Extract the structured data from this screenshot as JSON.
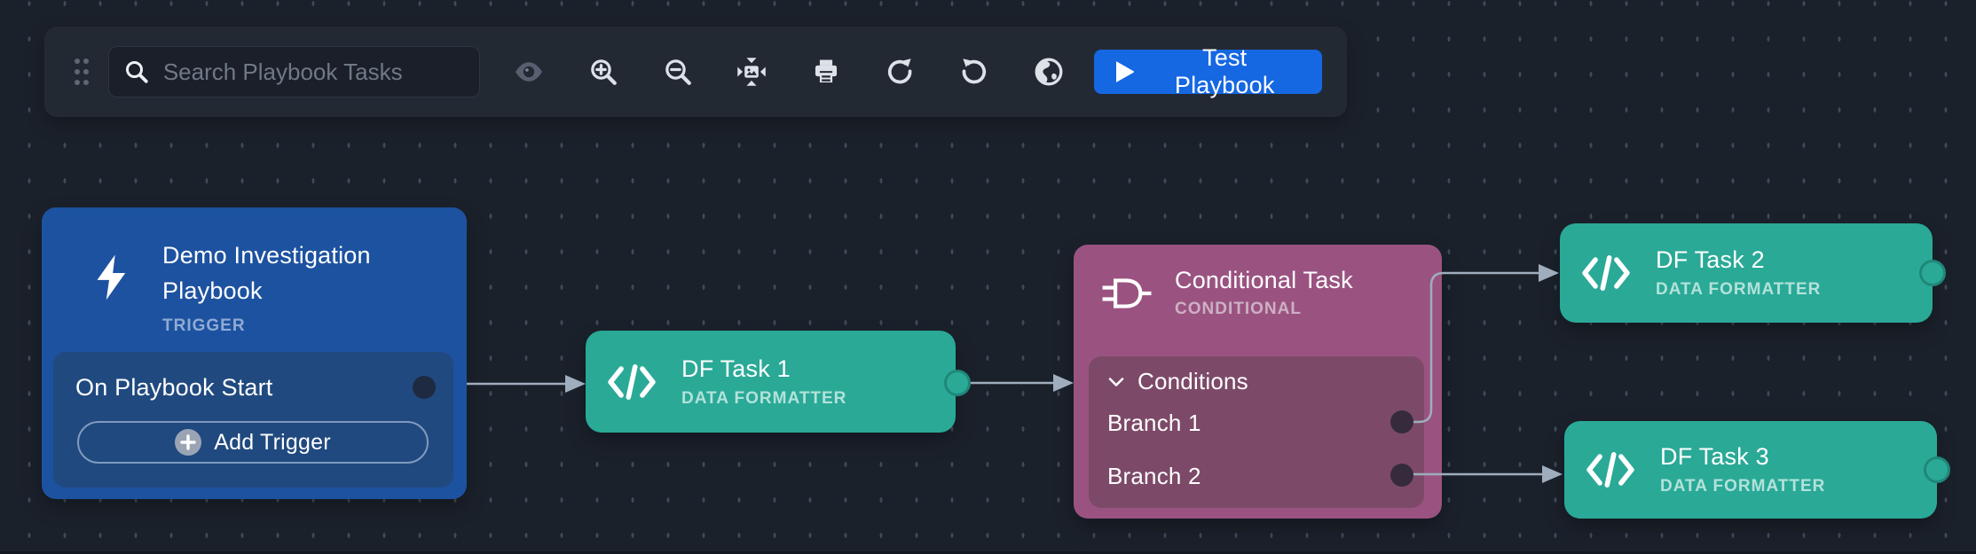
{
  "toolbar": {
    "search_placeholder": "Search Playbook Tasks",
    "search_value": "",
    "test_button_label": "Test Playbook",
    "icon_names": [
      "drag-handle",
      "search",
      "eye",
      "zoom-in",
      "zoom-out",
      "fit-to-screen",
      "print",
      "redo",
      "undo",
      "globe",
      "play"
    ]
  },
  "nodes": {
    "trigger": {
      "title": "Demo Investigation Playbook",
      "type_label": "TRIGGER",
      "item_label": "On Playbook Start",
      "add_button_label": "Add Trigger"
    },
    "df_task_1": {
      "title": "DF Task 1",
      "type_label": "DATA FORMATTER"
    },
    "conditional": {
      "title": "Conditional Task",
      "type_label": "CONDITIONAL",
      "conditions_label": "Conditions",
      "branches": [
        "Branch 1",
        "Branch 2"
      ]
    },
    "df_task_2": {
      "title": "DF Task 2",
      "type_label": "DATA FORMATTER"
    },
    "df_task_3": {
      "title": "DF Task 3",
      "type_label": "DATA FORMATTER"
    }
  },
  "colors": {
    "canvas_bg": "#1b212b",
    "toolbar_bg": "#232933",
    "accent_blue": "#1567e2",
    "trigger_node": "#1d52a0",
    "trigger_inner": "#20497f",
    "data_formatter_node": "#2aa997",
    "conditional_node": "#9a5380",
    "conditional_inner": "#7c4a68",
    "connector": "#9fadbd"
  }
}
